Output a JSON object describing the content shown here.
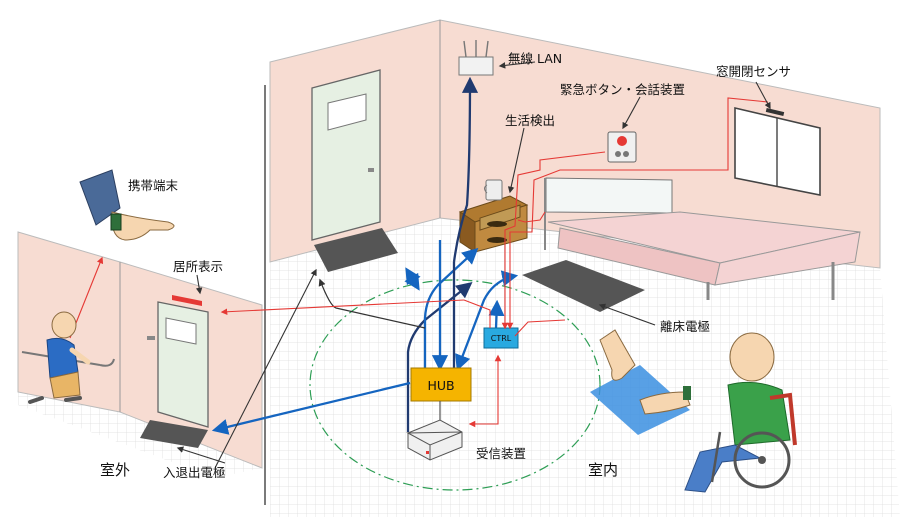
{
  "labels": {
    "wireless_lan": "無線 LAN",
    "emergency_button": "緊急ボタン・会話装置",
    "window_sensor": "窓開閉センサ",
    "life_detection": "生活検出",
    "mobile_terminal": "携帯端末",
    "location_display": "居所表示",
    "bed_exit_electrode": "離床電極",
    "hub": "HUB",
    "ctrl": "CTRL",
    "receiver": "受信装置",
    "entry_exit_electrode": "入退出電極",
    "outdoor": "室外",
    "indoor": "室内"
  },
  "colors": {
    "wall": "#f7dcd2",
    "floor_grid": "#d8d8d8",
    "link_blue": "#1565c0",
    "link_dark": "#203a70",
    "signal_red": "#e53935",
    "hub_fill": "#f5b400",
    "ctrl_fill": "#29a9e0",
    "zone_green": "#2e9e55",
    "door_fill": "#e6f0e3",
    "mat_fill": "#555555"
  }
}
